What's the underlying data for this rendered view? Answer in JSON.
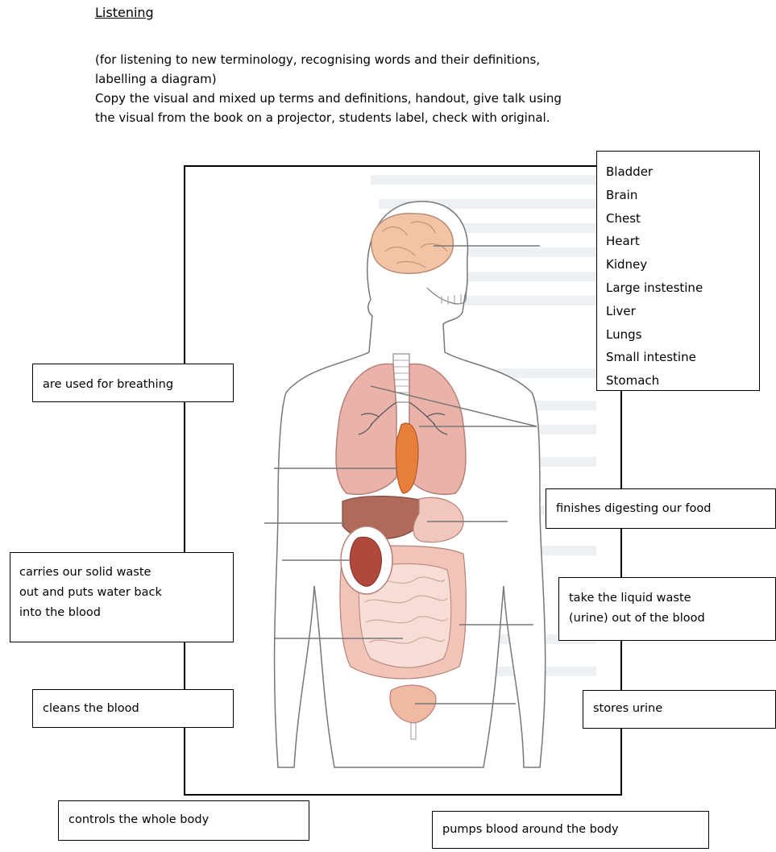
{
  "heading": "Listening",
  "intro": {
    "line1": "(for listening to new terminology, recognising words and their definitions,",
    "line2": "labelling a diagram)",
    "line3": "Copy the visual and mixed up terms and definitions, handout, give talk using",
    "line4": "the visual from the book on a projector, students label, check with original."
  },
  "terms": [
    "Bladder",
    "Brain",
    "Chest",
    "Heart",
    "Kidney",
    "Large instestine",
    "Liver",
    "Lungs",
    "Small intestine",
    "Stomach"
  ],
  "definitions": {
    "breathing": "are used for breathing",
    "solid_waste_1": "carries our solid waste",
    "solid_waste_2": "out and puts water back",
    "solid_waste_3": "into the blood",
    "cleans": "cleans the blood",
    "controls": "controls the whole body",
    "digesting": "finishes digesting our food",
    "liquid_waste_1": "take the liquid waste",
    "liquid_waste_2": "(urine) out of the blood",
    "stores": "stores urine",
    "pumps": "pumps blood around the body"
  }
}
